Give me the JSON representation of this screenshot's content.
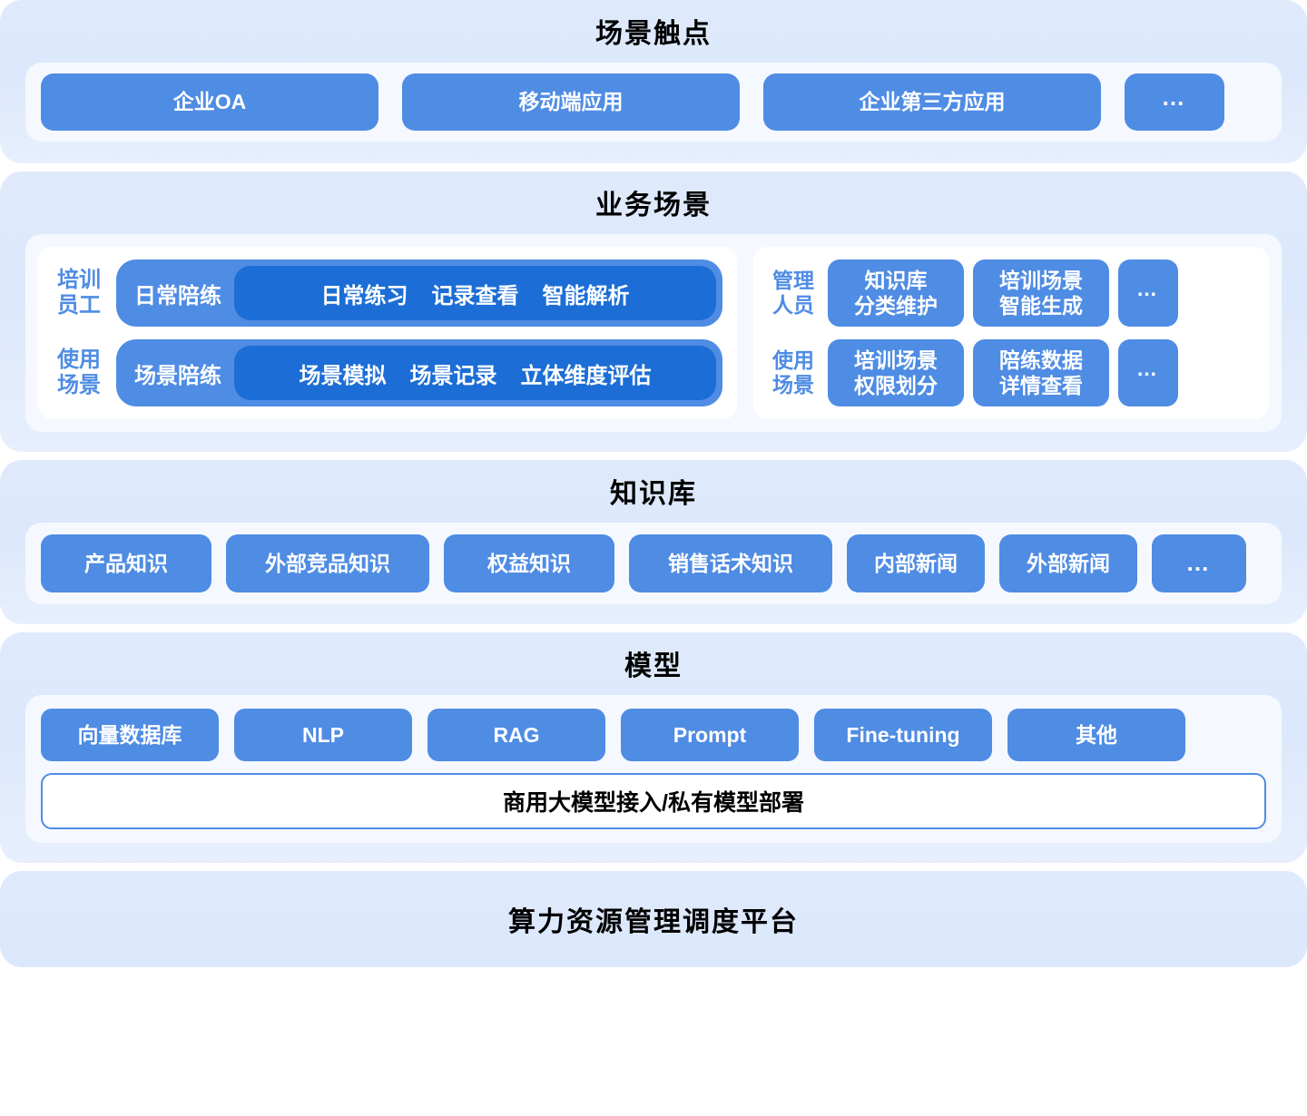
{
  "colors": {
    "pill_blue": "#4f8ce4",
    "pill_blue_dark": "#1c6ed6",
    "layer_bg": "#dfeafc",
    "layer_base": "#8b9ee3",
    "panel_bg": "#f5f9ff",
    "sub_card_bg": "#ffffff",
    "title_text": "#000000",
    "label_blue": "#4f8ce4"
  },
  "layers": {
    "touchpoints": {
      "title": "场景触点",
      "items": [
        {
          "label": "企业OA"
        },
        {
          "label": "移动端应用"
        },
        {
          "label": "企业第三方应用"
        },
        {
          "label": "…"
        }
      ]
    },
    "business_scenarios": {
      "title": "业务场景",
      "left": {
        "rows": [
          {
            "label": "培训\n员工",
            "lead": "日常陪练",
            "items": [
              "日常练习",
              "记录查看",
              "智能解析"
            ]
          },
          {
            "label": "使用\n场景",
            "lead": "场景陪练",
            "items": [
              "场景模拟",
              "场景记录",
              "立体维度评估"
            ]
          }
        ]
      },
      "right": {
        "rows": [
          {
            "label": "管理\n人员",
            "items": [
              "知识库\n分类维护",
              "培训场景\n智能生成",
              "…"
            ]
          },
          {
            "label": "使用\n场景",
            "items": [
              "培训场景\n权限划分",
              "陪练数据\n详情查看",
              "…"
            ]
          }
        ]
      }
    },
    "knowledge_base": {
      "title": "知识库",
      "items": [
        {
          "label": "产品知识"
        },
        {
          "label": "外部竞品知识"
        },
        {
          "label": "权益知识"
        },
        {
          "label": "销售话术知识"
        },
        {
          "label": "内部新闻"
        },
        {
          "label": "外部新闻"
        },
        {
          "label": "…"
        }
      ]
    },
    "model": {
      "title": "模型",
      "items": [
        {
          "label": "向量数据库"
        },
        {
          "label": "NLP"
        },
        {
          "label": "RAG"
        },
        {
          "label": "Prompt"
        },
        {
          "label": "Fine-tuning"
        },
        {
          "label": "其他"
        }
      ],
      "deployment": "商用大模型接入/私有模型部署"
    },
    "compute_platform": {
      "title": "算力资源管理调度平台"
    }
  }
}
